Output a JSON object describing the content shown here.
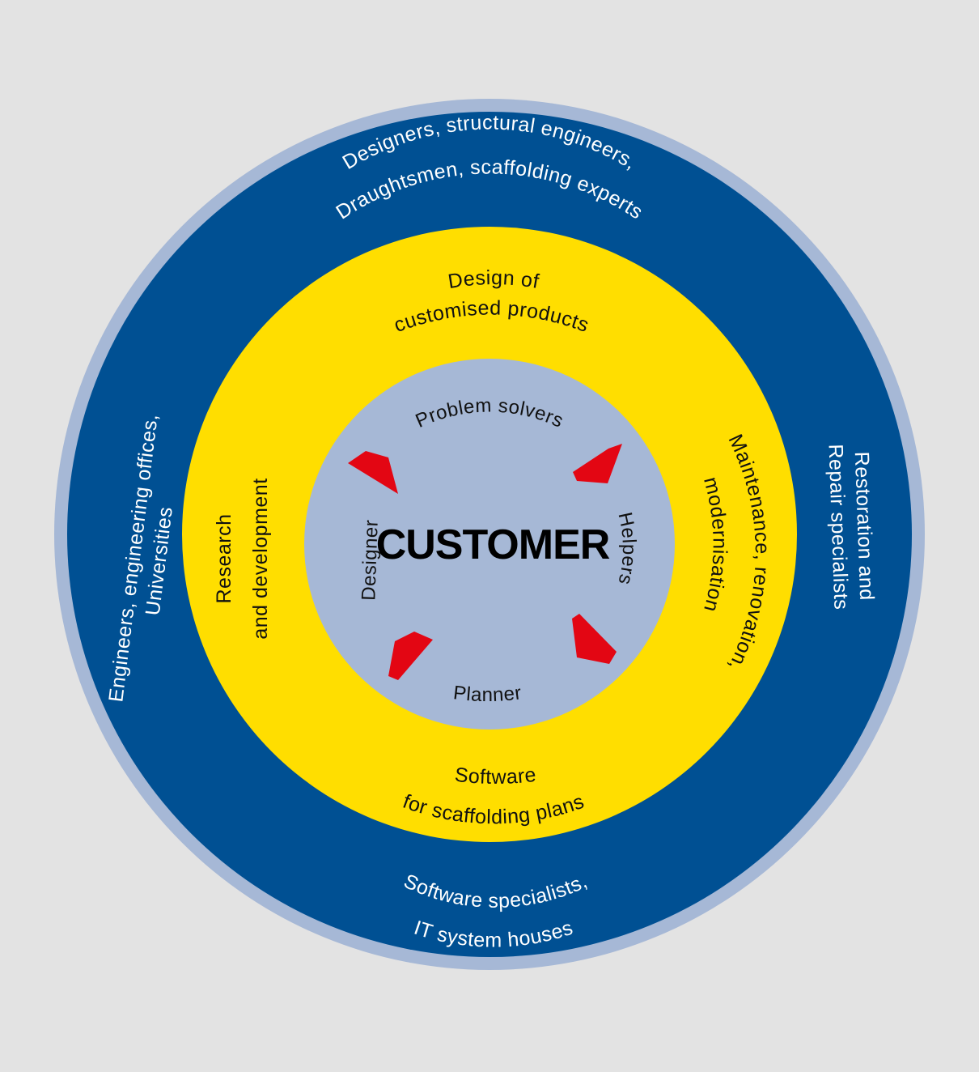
{
  "diagram": {
    "center": {
      "title": "CUSTOMER"
    },
    "inner_circle": {
      "top": "Problem solvers",
      "left": "Designer",
      "right": "Helpers",
      "bottom": "Planner"
    },
    "middle_ring": {
      "top": [
        "Design of",
        "customised products"
      ],
      "left": [
        "Research",
        "and development"
      ],
      "right": [
        "Maintenance, renovation,",
        "modernisation"
      ],
      "bottom": [
        "Software",
        "for scaffolding plans"
      ]
    },
    "outer_ring": {
      "top": [
        "Designers, structural engineers,",
        "Draughtsmen, scaffolding experts"
      ],
      "left": [
        "Engineers, engineering offices,",
        "Universities"
      ],
      "right": [
        "Restoration and",
        "Repair specialists"
      ],
      "bottom": [
        "Software specialists,",
        "IT system houses"
      ]
    },
    "colors": {
      "background": "#e3e3e3",
      "outer_border": "#a6b8d6",
      "outer_ring": "#005093",
      "middle_ring": "#ffde00",
      "inner_circle": "#a6b8d6",
      "markers": "#e30613"
    },
    "marker_count": 4
  }
}
